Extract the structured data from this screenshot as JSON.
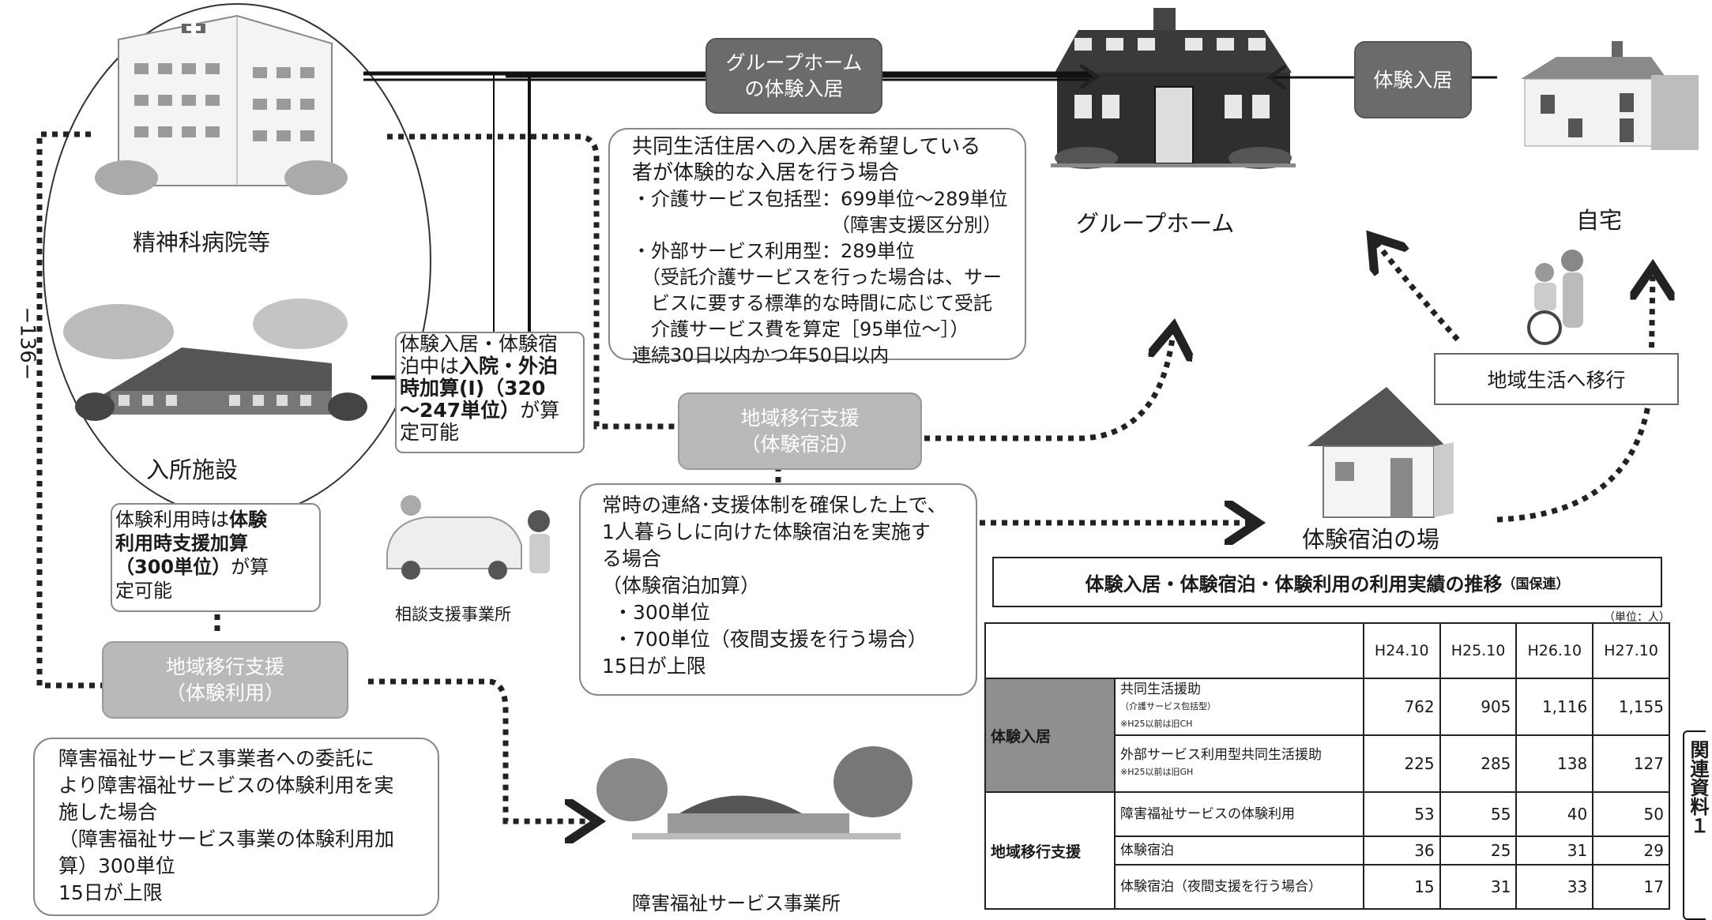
{
  "places": {
    "hospital": "精神科病院等",
    "facility": "入所施設",
    "group_home": "グループホーム",
    "home": "自宅",
    "trial_stay": "体験宿泊の場",
    "counseling_office": "相談支援事業所",
    "welfare_office": "障害福祉サービス事業所"
  },
  "pills": {
    "gh_trial": [
      "グループホーム",
      "の体験入居"
    ],
    "home_trial": "体験入居",
    "transition_stay": [
      "地域移行支援",
      "（体験宿泊）"
    ],
    "transition_use": [
      "地域移行支援",
      "（体験利用）"
    ],
    "community": "地域生活へ移行"
  },
  "notes": {
    "gh_trial": [
      "共同生活住居への入居を希望している",
      "者が体験的な入居を行う場合",
      "・介護サービス包括型：699単位～289単位",
      "（障害支援区分別）",
      "・外部サービス利用型：289単位",
      "（受託介護サービスを行った場合は、サー",
      "ビスに要する標準的な時間に応じて受託",
      "介護サービス費を算定［95単位～］）",
      "連続30日以内かつ年50日以内"
    ],
    "hospital_addon": {
      "p1": "体験入居・体験宿",
      "p2a": "泊中は",
      "p2b": "入院・外泊",
      "p3": "時加算(Ⅰ)（320",
      "p4a": "～247単位）",
      "p4b": "が算",
      "p5": "定可能"
    },
    "trial_use_addon": {
      "p1a": "体験利用時は",
      "p1b": "体験",
      "p2": "利用時支援加算",
      "p3a": "（300単位）",
      "p3b": "が算",
      "p4": "定可能"
    },
    "trial_stay": [
      "常時の連絡･支援体制を確保した上で、",
      "1人暮らしに向けた体験宿泊を実施す",
      "る場合",
      "（体験宿泊加算）",
      "・300単位",
      "・700単位（夜間支援を行う場合）",
      "15日が上限"
    ],
    "trial_use": [
      "障害福祉サービス事業者への委託に",
      "より障害福祉サービスの体験利用を実",
      "施した場合",
      "（障害福祉サービス事業の体験利用加",
      "算）300単位",
      "15日が上限"
    ]
  },
  "margin": {
    "page_number": "−136−",
    "side_tab": "関連資料１"
  },
  "table": {
    "title": "体験入居・体験宿泊・体験利用の利用実績の推移",
    "source": "（国保連）",
    "unit": "（単位：人）",
    "columns": [
      "H24.10",
      "H25.10",
      "H26.10",
      "H27.10"
    ],
    "groups": [
      {
        "name": "体験入居",
        "rows": [
          {
            "label": "共同生活援助",
            "sub1": "（介護サービス包括型）",
            "sub2": "※H25以前は旧CH",
            "values": [
              "762",
              "905",
              "1,116",
              "1,155"
            ]
          },
          {
            "label": "外部サービス利用型共同生活援助",
            "sub1": "",
            "sub2": "※H25以前は旧GH",
            "values": [
              "225",
              "285",
              "138",
              "127"
            ]
          }
        ]
      },
      {
        "name": "地域移行支援",
        "rows": [
          {
            "label": "障害福祉サービスの体験利用",
            "sub1": "",
            "sub2": "",
            "values": [
              "53",
              "55",
              "40",
              "50"
            ]
          },
          {
            "label": "体験宿泊",
            "sub1": "",
            "sub2": "",
            "values": [
              "36",
              "25",
              "31",
              "29"
            ]
          },
          {
            "label": "体験宿泊（夜間支援を行う場合）",
            "sub1": "",
            "sub2": "",
            "values": [
              "15",
              "31",
              "33",
              "17"
            ]
          }
        ]
      }
    ]
  },
  "colors": {
    "pill_dark": "#6b6b6b",
    "pill_light": "#b9b9b9",
    "table_group": "#8f8f8f"
  }
}
